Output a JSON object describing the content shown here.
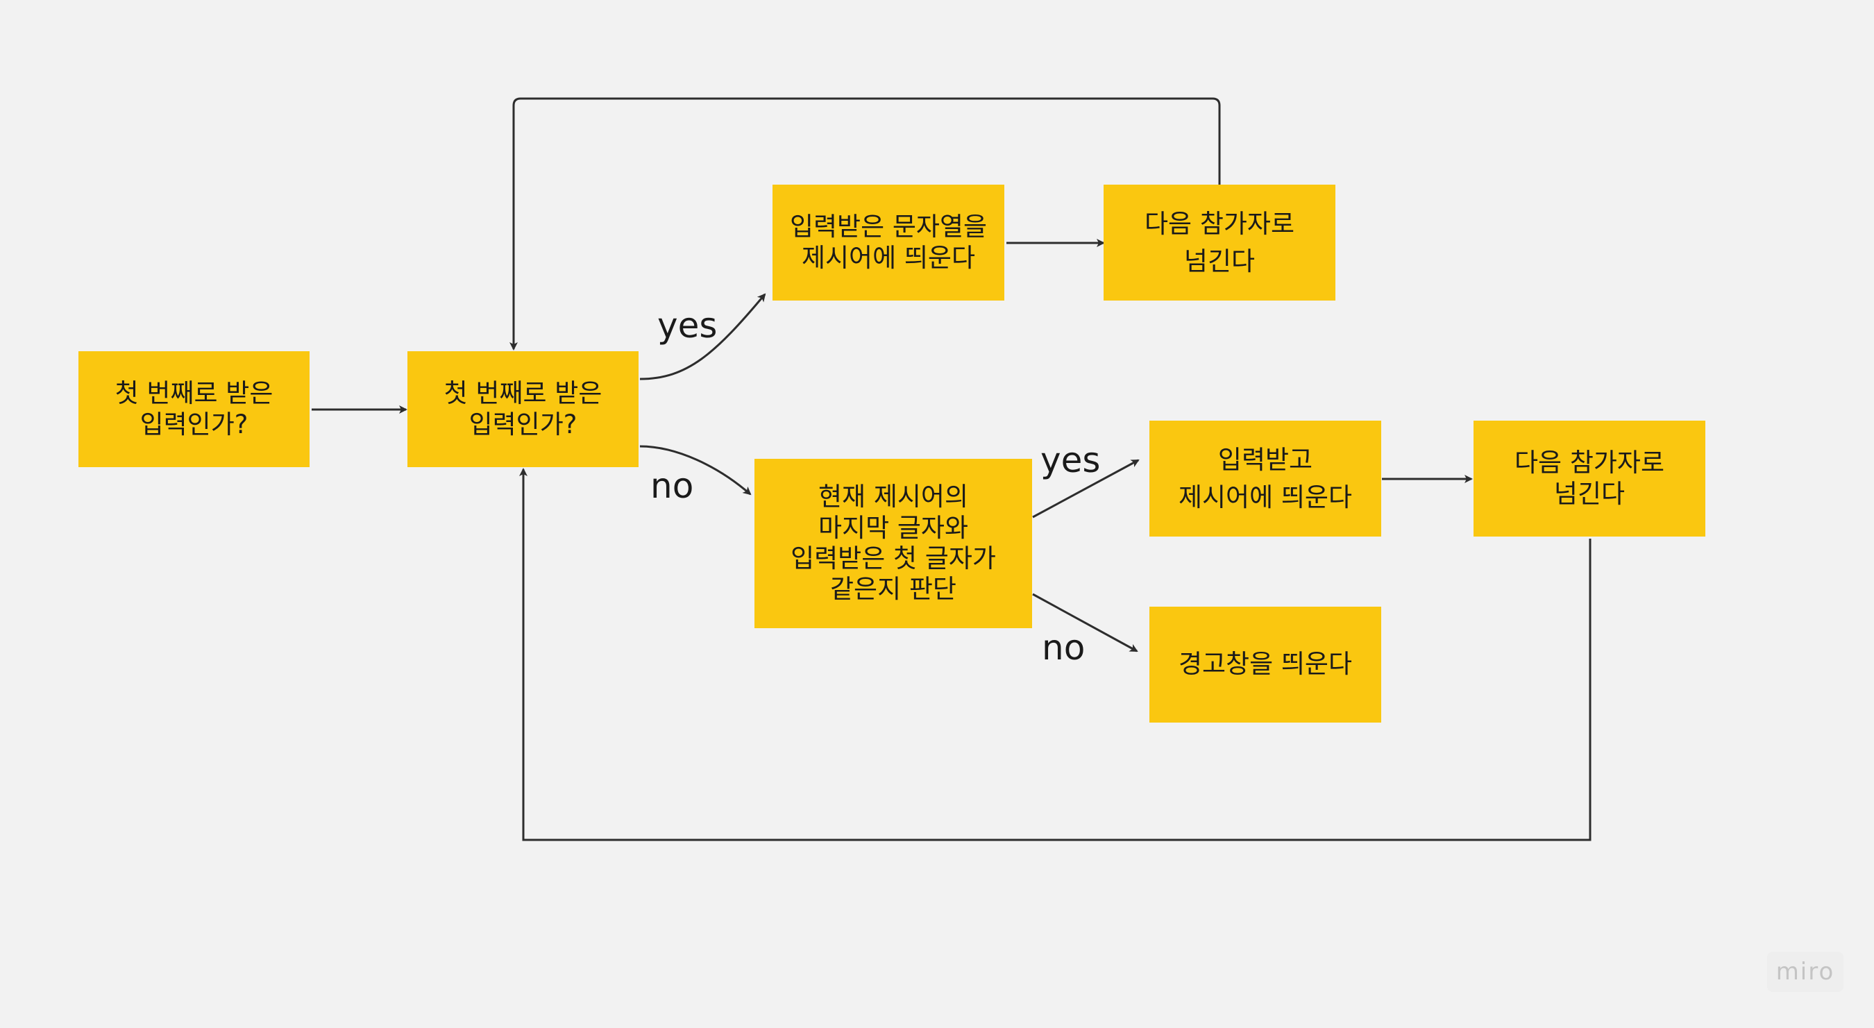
{
  "nodes": {
    "first_input": "첫 번째로 받은\n입력인가?",
    "decision_first": "첫 번째로 받은\n입력인가?",
    "show_string": "입력받은 문자열을\n제시어에 띄운다",
    "next_player_top": "다음 참가자로\n넘긴다",
    "compare_chars": "현재 제시어의\n마지막 글자와\n입력받은 첫 글자가\n같은지 판단",
    "show_input": "입력받고\n제시어에 띄운다",
    "next_player_bottom": "다음 참가자로\n넘긴다",
    "show_warning": "경고창을 띄운다"
  },
  "edge_labels": {
    "yes_top": "yes",
    "no_top": "no",
    "yes_bottom": "yes",
    "no_bottom": "no"
  },
  "watermark": "miro",
  "colors": {
    "background": "#f2f2f2",
    "sticky": "#fac710",
    "line": "#2d2d2d"
  }
}
